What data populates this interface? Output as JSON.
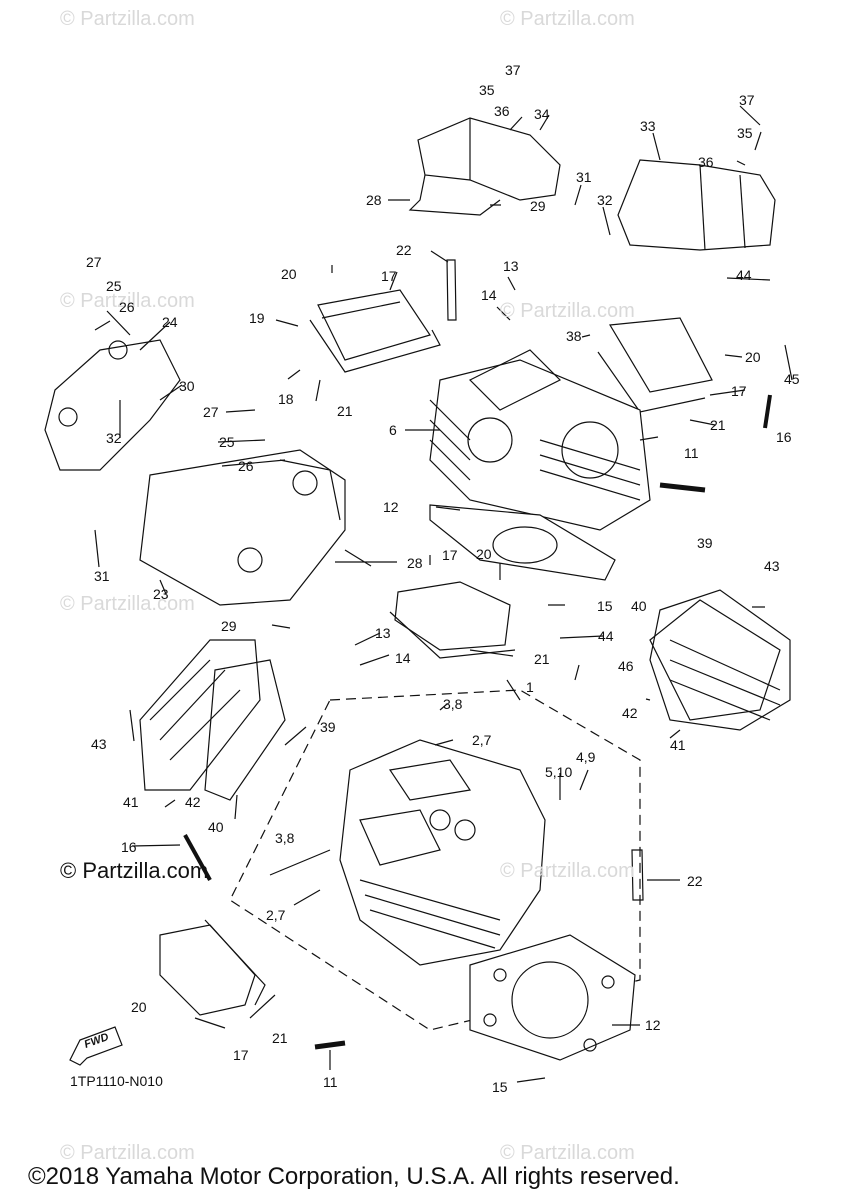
{
  "watermark": "© Partzilla.com",
  "drawing_code": "1TP1110-N010",
  "fwd_label": "FWD",
  "copyright": "©2018 Yamaha Motor Corporation, U.S.A. All rights reserved.",
  "callouts": {
    "c1": "1",
    "c6": "6",
    "c11a": "11",
    "c11b": "11",
    "c12a": "12",
    "c12b": "12",
    "c13a": "13",
    "c13b": "13",
    "c14a": "14",
    "c14b": "14",
    "c15a": "15",
    "c15b": "15",
    "c16a": "16",
    "c16b": "16",
    "c17a": "17",
    "c17b": "17",
    "c17c": "17",
    "c17d": "17",
    "c18": "18",
    "c19": "19",
    "c20a": "20",
    "c20b": "20",
    "c20c": "20",
    "c20d": "20",
    "c21a": "21",
    "c21b": "21",
    "c21c": "21",
    "c21d": "21",
    "c22a": "22",
    "c22b": "22",
    "c23": "23",
    "c24": "24",
    "c25a": "25",
    "c25b": "25",
    "c26a": "26",
    "c26b": "26",
    "c27a": "27",
    "c27b": "27",
    "c28a": "28",
    "c28b": "28",
    "c29a": "29",
    "c29b": "29",
    "c30": "30",
    "c31a": "31",
    "c31b": "31",
    "c32a": "32",
    "c32b": "32",
    "c33": "33",
    "c34": "34",
    "c35a": "35",
    "c35b": "35",
    "c36a": "36",
    "c36b": "36",
    "c37a": "37",
    "c37b": "37",
    "c38": "38",
    "c39a": "39",
    "c39b": "39",
    "c40a": "40",
    "c40b": "40",
    "c41a": "41",
    "c41b": "41",
    "c42a": "42",
    "c42b": "42",
    "c43a": "43",
    "c43b": "43",
    "c44a": "44",
    "c44b": "44",
    "c45": "45",
    "c46": "46",
    "c38a": "3,8",
    "c38b": "3,8",
    "c27x": "2,7",
    "c27y": "2,7",
    "c510": "5,10",
    "c49": "4,9"
  }
}
